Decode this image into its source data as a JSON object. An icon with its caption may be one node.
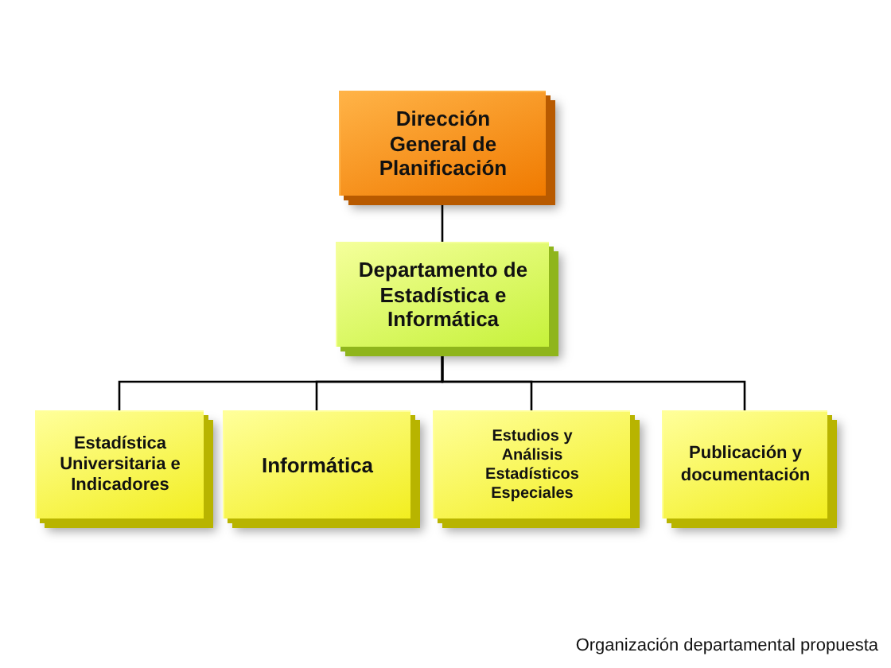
{
  "diagram": {
    "caption": "Organización departamental propuesta",
    "nodes": [
      {
        "text": [
          "Dirección General de Planificación"
        ]
      },
      {
        "text": [
          "Departamento de Estadística e Informática"
        ]
      },
      {
        "text": [
          "Estadística Universitaria e Indicadores"
        ]
      },
      {
        "text": [
          "Informática"
        ]
      },
      {
        "text": [
          "Estudios y Análisis Estadísticos Especiales"
        ]
      },
      {
        "text": [
          "Publicación y documentación"
        ]
      }
    ],
    "edges": [
      {
        "from": 0,
        "to": 1,
        "arrow": "none"
      },
      {
        "from": 1,
        "to": 2,
        "arrow": "none"
      },
      {
        "from": 1,
        "to": 3,
        "arrow": "none"
      },
      {
        "from": 1,
        "to": 4,
        "arrow": "none"
      },
      {
        "from": 1,
        "to": 5,
        "arrow": "none"
      }
    ]
  }
}
